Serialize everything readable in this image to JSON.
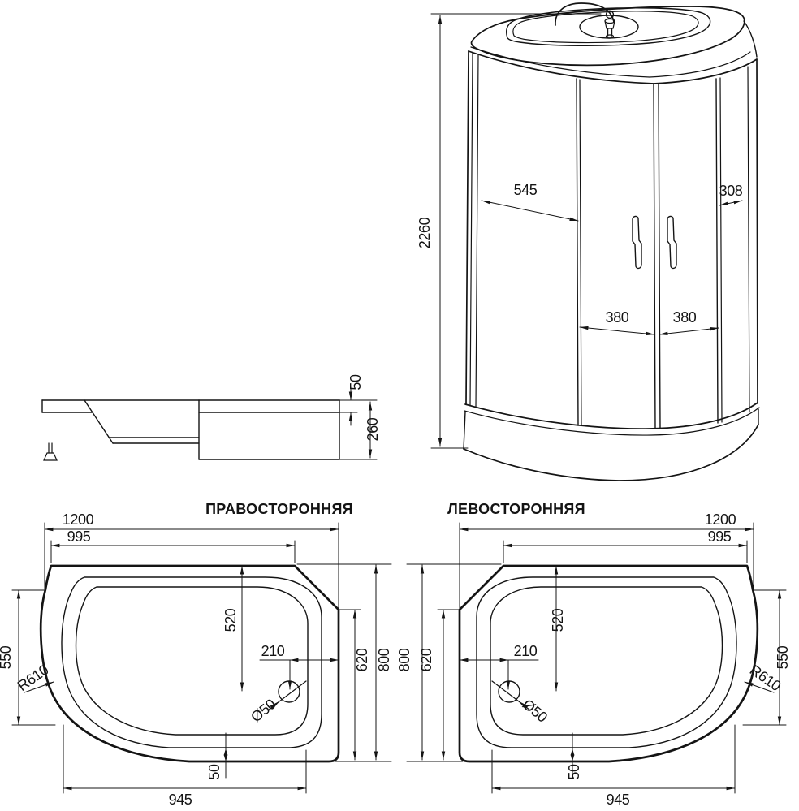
{
  "titles": {
    "right_hand": "ПРАВОСТОРОННЯЯ",
    "left_hand": "ЛЕВОСТОРОННЯЯ"
  },
  "cabin_view": {
    "height": "2260",
    "front_left_panel": "545",
    "side_panel": "308",
    "left_door": "380",
    "right_door": "380"
  },
  "side_view": {
    "rim_height": "50",
    "total_height": "260"
  },
  "tray_view": {
    "overall_width": "1200",
    "top_edge_width": "995",
    "drain_depth": "520",
    "drain_offset": "210",
    "drain_diameter": "Ø50",
    "side_height": "550",
    "corner_radius": "R610",
    "right_edge_depth": "620",
    "overall_depth": "800",
    "bottom_rim_gap": "50",
    "bottom_edge_width": "945"
  },
  "colors": {
    "line": "#141414",
    "background": "#ffffff"
  }
}
